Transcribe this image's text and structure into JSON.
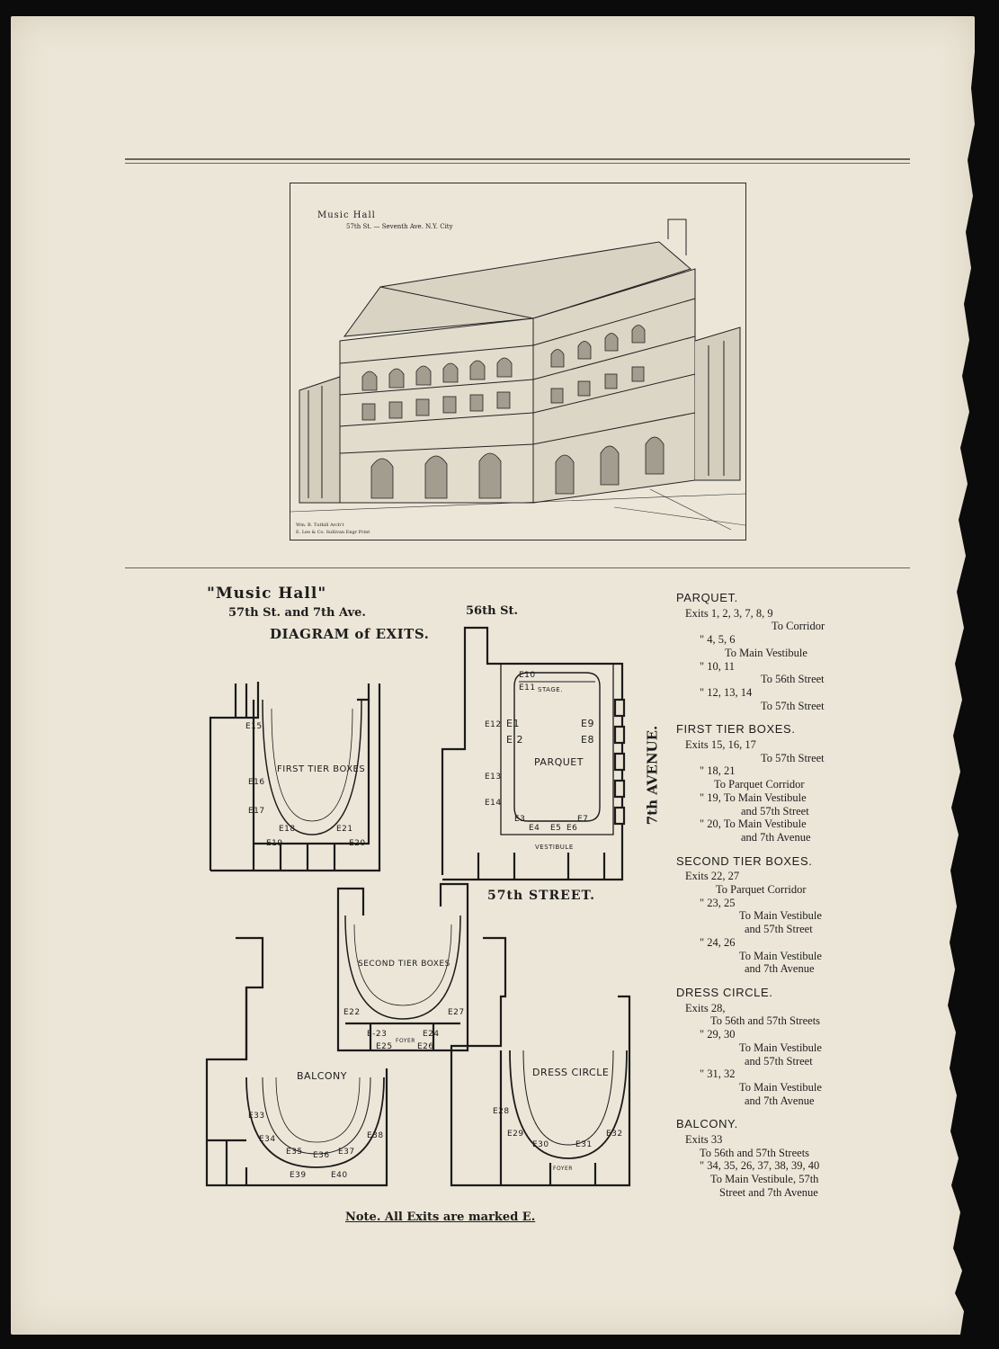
{
  "illustration": {
    "caption_title": "Music Hall",
    "caption_address": "57th St. — Seventh Ave. N.Y. City",
    "credit_line_1": "Wm. B. Tuthill Arch't",
    "credit_line_2": "E. Lee & Co. Sullivan Engr Print"
  },
  "diagram": {
    "title_line_1": "\"Music Hall\"",
    "title_line_2": "57th St. and 7th Ave.",
    "title_line_3": "DIAGRAM of EXITS.",
    "street_top": "56th St.",
    "street_bottom": "57th STREET.",
    "avenue": "7th AVENUE.",
    "note": "Note. All Exits are marked E.",
    "sections": {
      "first_tier": "FIRST TIER BOXES",
      "parquet": "PARQUET",
      "stage": "STAGE.",
      "vestibule": "VESTIBULE",
      "second_tier": "SECOND TIER BOXES",
      "foyer": "FOYER",
      "balcony": "BALCONY",
      "dress_circle": "DRESS CIRCLE"
    },
    "exit_labels": {
      "e1": "E1",
      "e2": "E 2",
      "e3": "E3",
      "e4": "E4",
      "e5": "E5",
      "e6": "E6",
      "e7": "E7",
      "e8": "E8",
      "e9": "E9",
      "e10": "E10",
      "e11": "E11",
      "e12": "E12",
      "e13": "E13",
      "e14": "E14",
      "e15": "E15",
      "e16": "E16",
      "e17": "E17",
      "e18": "E18",
      "e19": "E19",
      "e20": "E20",
      "e21": "E21",
      "e22": "E22",
      "e23": "E-23",
      "e24": "E24",
      "e25": "E25",
      "e26": "E26",
      "e27": "E27",
      "e28": "E28",
      "e29": "E29",
      "e30": "E30",
      "e31": "E31",
      "e32": "E32",
      "e33": "E33",
      "e34": "E34",
      "e35": "E35",
      "e36": "E36",
      "e37": "E37",
      "e38": "E38",
      "e39": "E39",
      "e40": "E40"
    }
  },
  "exits_list": [
    {
      "heading": "PARQUET.",
      "lines": [
        "Exits 1, 2, 3, 7, 8, 9",
        "To Corridor",
        "\" 4, 5, 6",
        "To Main Vestibule",
        "\" 10, 11",
        "To 56th Street",
        "\" 12, 13, 14",
        "To 57th Street"
      ]
    },
    {
      "heading": "FIRST TIER BOXES.",
      "lines": [
        "Exits 15, 16, 17",
        "To 57th Street",
        "\" 18, 21",
        "To Parquet Corridor",
        "\" 19, To Main Vestibule",
        "and 57th Street",
        "\" 20, To Main Vestibule",
        "and 7th Avenue"
      ]
    },
    {
      "heading": "SECOND TIER BOXES.",
      "lines": [
        "Exits 22, 27",
        "To Parquet Corridor",
        "\" 23, 25",
        "To Main Vestibule",
        "and 57th Street",
        "\" 24, 26",
        "To Main Vestibule",
        "and 7th Avenue"
      ]
    },
    {
      "heading": "DRESS CIRCLE.",
      "lines": [
        "Exits 28,",
        "To 56th and 57th Streets",
        "\" 29, 30",
        "To Main Vestibule",
        "and 57th Street",
        "\" 31, 32",
        "To Main Vestibule",
        "and 7th Avenue"
      ]
    },
    {
      "heading": "BALCONY.",
      "lines": [
        "Exits 33",
        "To 56th and 57th Streets",
        "\" 34, 35, 26, 37, 38, 39, 40",
        "To Main Vestibule, 57th",
        "Street and 7th Avenue"
      ]
    }
  ]
}
